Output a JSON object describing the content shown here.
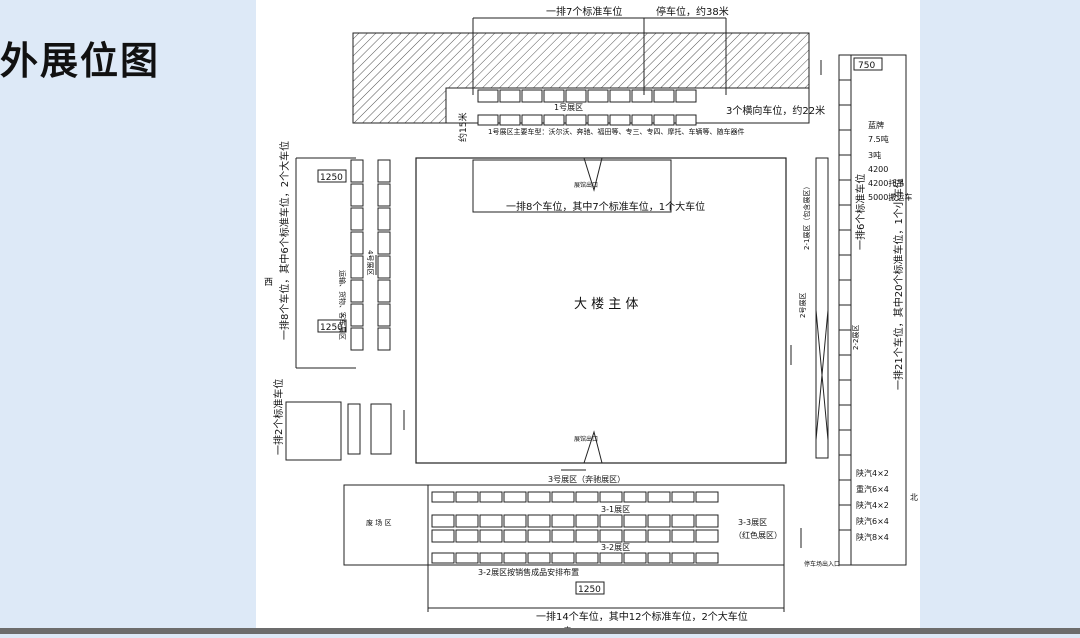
{
  "page": {
    "title": "外展位图"
  },
  "plan": {
    "main_building": "大 楼 主 体",
    "top": {
      "dim_left": "一排7个标准车位",
      "dim_right": "停车位，约38米",
      "zone_label": "1号展区",
      "zone_desc": "1号展区主要车型：沃尔沃、奔驰、福田等、专三、专四、摩托、车辆等、随车器件",
      "horizontal_note": "3个横向车位，约22米",
      "side_dim": "约15米",
      "entrance": "展馆出口",
      "bottom_dim": "一排8个车位，其中7个标准车位，1个大车位"
    },
    "left": {
      "dim": "一排8个车位，其中6个标准车位，2个大车位",
      "dim_1250_a": "1250",
      "dim_1250_b": "1250",
      "zone_label": "4号展区",
      "zone_desc": "运输、货物、客车展区",
      "west": "西",
      "small_dim": "一排2个标准车位"
    },
    "right": {
      "top_dim": "750",
      "specs": [
        "蓝牌",
        "7.5吨",
        "3吨",
        "4200",
        "4200托吊",
        "5000搬运车"
      ],
      "dim_upper": "一排6个标准车位",
      "dim_lower": "一排21个车位，其中20个标准车位，1个小车位",
      "zone_2": "2号展区",
      "zone_2_2": "2-2展区",
      "zone_2_1": "2-1展区（包含展区）",
      "bottom_specs": [
        "陕汽4×2",
        "重汽6×4",
        "陕汽4×2",
        "陕汽6×4",
        "陕汽8×4"
      ],
      "north_note": "北",
      "entry": "停车场出入口"
    },
    "bottom": {
      "zone_3": "3号展区（奔驰展区）",
      "zone_3_1": "3-1展区",
      "zone_3_2": "3-2展区",
      "zone_3_3": "3-3展区",
      "zone_3_3b": "（红色展区）",
      "note_3_2": "3-2展区按销售成品安排布置",
      "dim_1250": "1250",
      "dim": "一排14个车位，其中12个标准车位，2个大车位",
      "waste_zone": "废 场 区",
      "south": "南",
      "entrance": "展馆出口"
    }
  }
}
